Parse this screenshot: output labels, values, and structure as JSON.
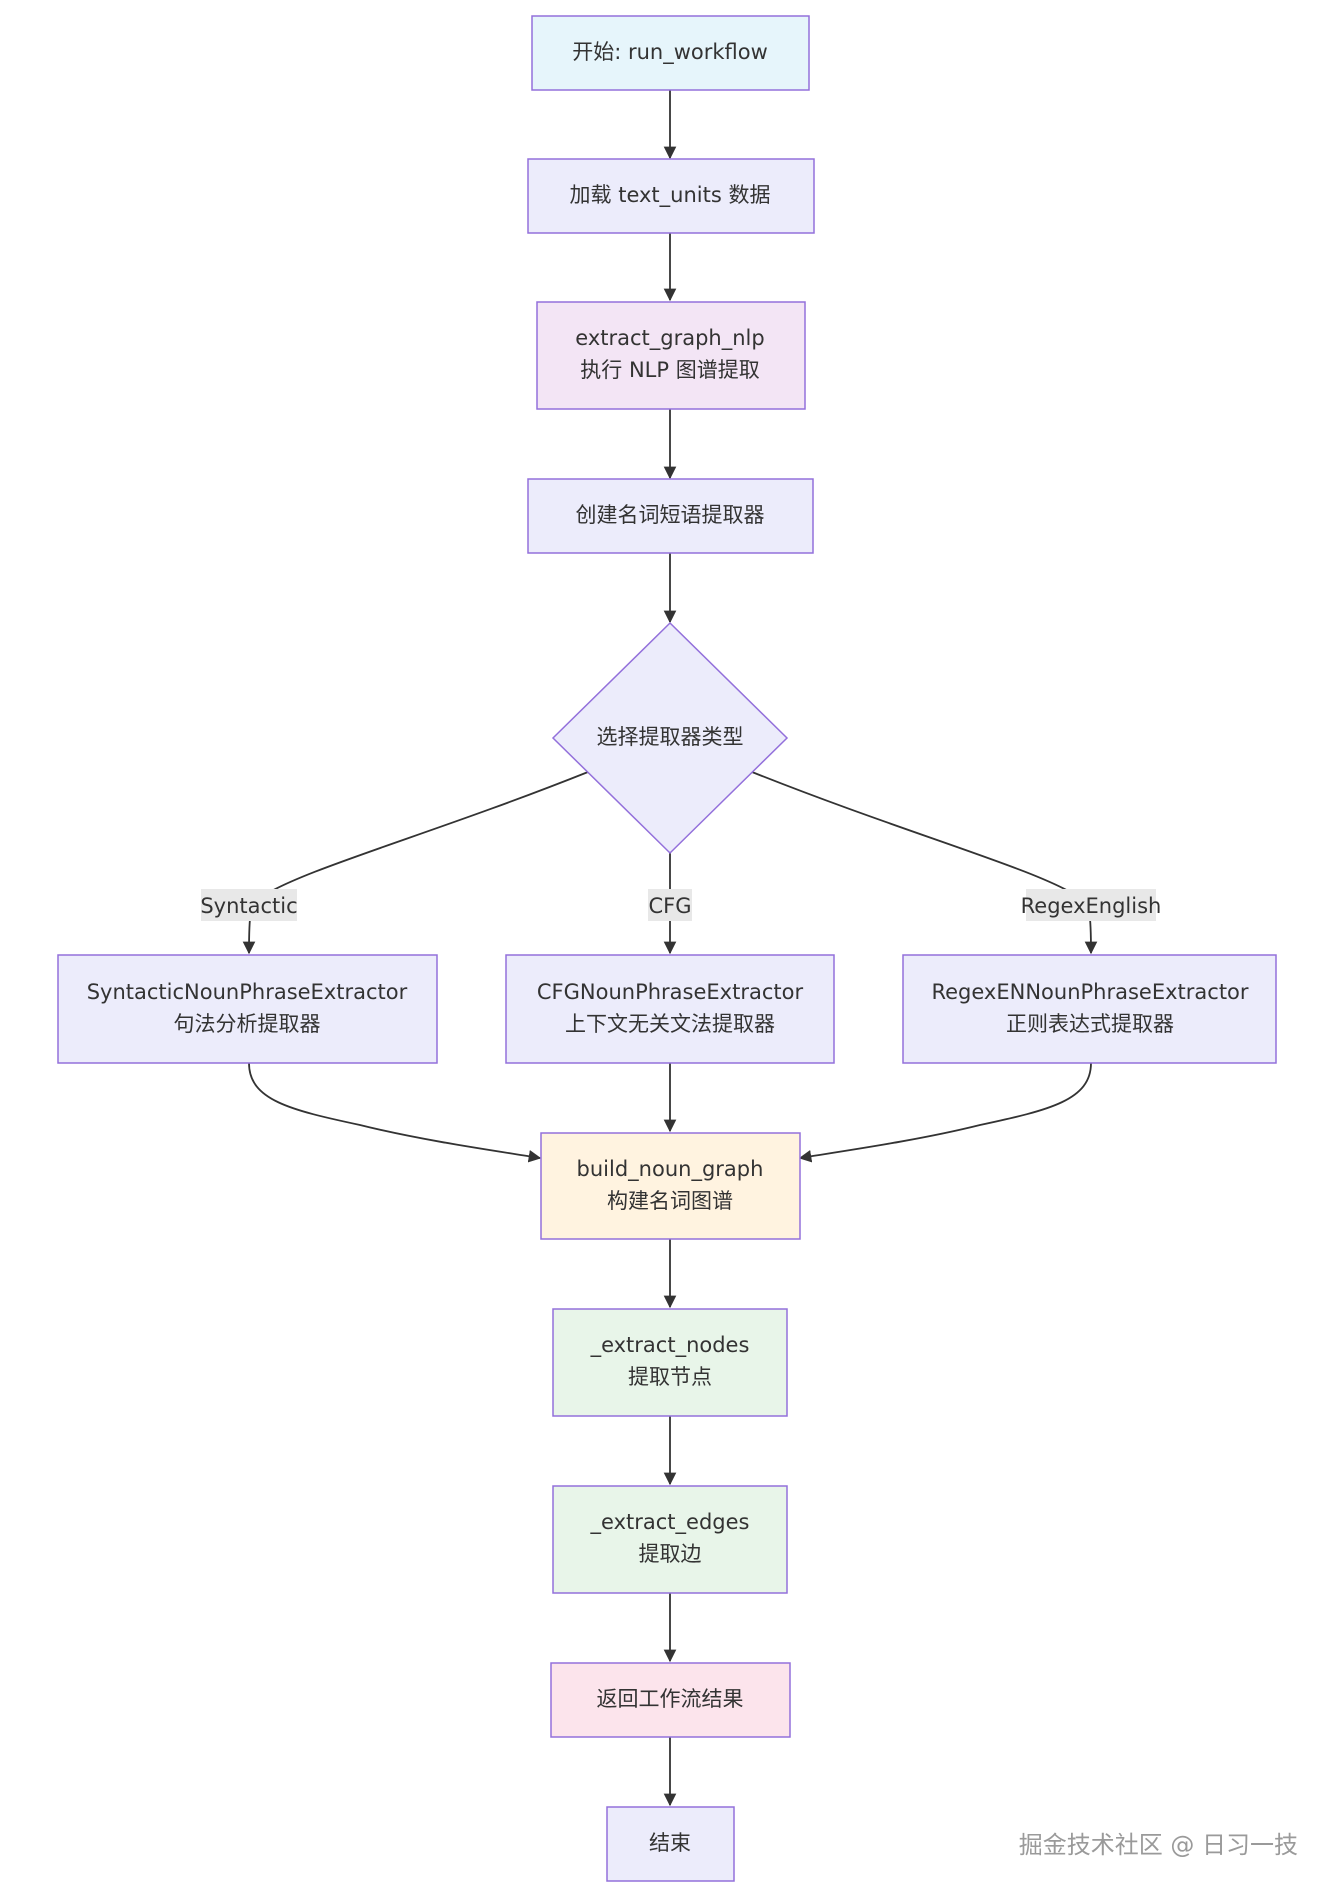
{
  "nodes": {
    "start": {
      "lines": [
        "开始: run_workflow"
      ],
      "fill": "#e6f5fb"
    },
    "load": {
      "lines": [
        "加载 text_units 数据"
      ],
      "fill": "#ececfb"
    },
    "extract_nlp": {
      "lines": [
        "extract_graph_nlp",
        "执行 NLP 图谱提取"
      ],
      "fill": "#f3e5f5"
    },
    "create_extractor": {
      "lines": [
        "创建名词短语提取器"
      ],
      "fill": "#ececfb"
    },
    "choose_type": {
      "lines": [
        "选择提取器类型"
      ],
      "fill": "#ececfb"
    },
    "syntactic": {
      "lines": [
        "SyntacticNounPhraseExtractor",
        "句法分析提取器"
      ],
      "fill": "#ececfb"
    },
    "cfg": {
      "lines": [
        "CFGNounPhraseExtractor",
        "上下文无关文法提取器"
      ],
      "fill": "#ececfb"
    },
    "regex": {
      "lines": [
        "RegexENNounPhraseExtractor",
        "正则表达式提取器"
      ],
      "fill": "#ececfb"
    },
    "build_graph": {
      "lines": [
        "build_noun_graph",
        "构建名词图谱"
      ],
      "fill": "#fff3e0"
    },
    "extract_nodes": {
      "lines": [
        "_extract_nodes",
        "提取节点"
      ],
      "fill": "#e8f5e9"
    },
    "extract_edges": {
      "lines": [
        "_extract_edges",
        "提取边"
      ],
      "fill": "#e8f5e9"
    },
    "return_result": {
      "lines": [
        "返回工作流结果"
      ],
      "fill": "#fce4ec"
    },
    "end": {
      "lines": [
        "结束"
      ],
      "fill": "#ececfb"
    }
  },
  "edge_labels": {
    "syntactic": "Syntactic",
    "cfg": "CFG",
    "regex": "RegexEnglish"
  },
  "watermark": "掘金技术社区 @ 日习一技",
  "colors": {
    "border": "#9370db",
    "line": "#333333"
  }
}
